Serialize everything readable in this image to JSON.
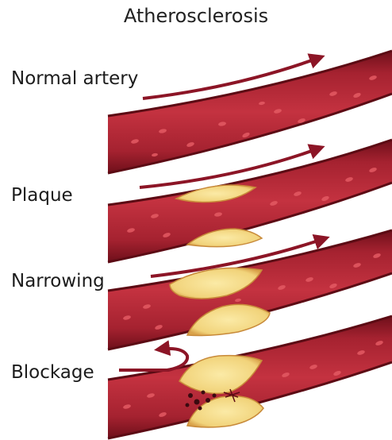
{
  "title": "Atherosclerosis",
  "stages": [
    {
      "label": "Normal artery",
      "plaque": "none",
      "flow": "forward"
    },
    {
      "label": "Plaque",
      "plaque": "small",
      "flow": "forward"
    },
    {
      "label": "Narrowing",
      "plaque": "large",
      "flow": "forward"
    },
    {
      "label": "Blockage",
      "plaque": "complete",
      "flow": "reversed"
    }
  ],
  "colors": {
    "artery_wall": "#8c1a25",
    "artery_inner": "#c0303c",
    "blood_cell": "#e45a63",
    "plaque_fill": "#f3dc8a",
    "plaque_edge": "#c88a3a",
    "flow_arrow": "#8c1526"
  }
}
